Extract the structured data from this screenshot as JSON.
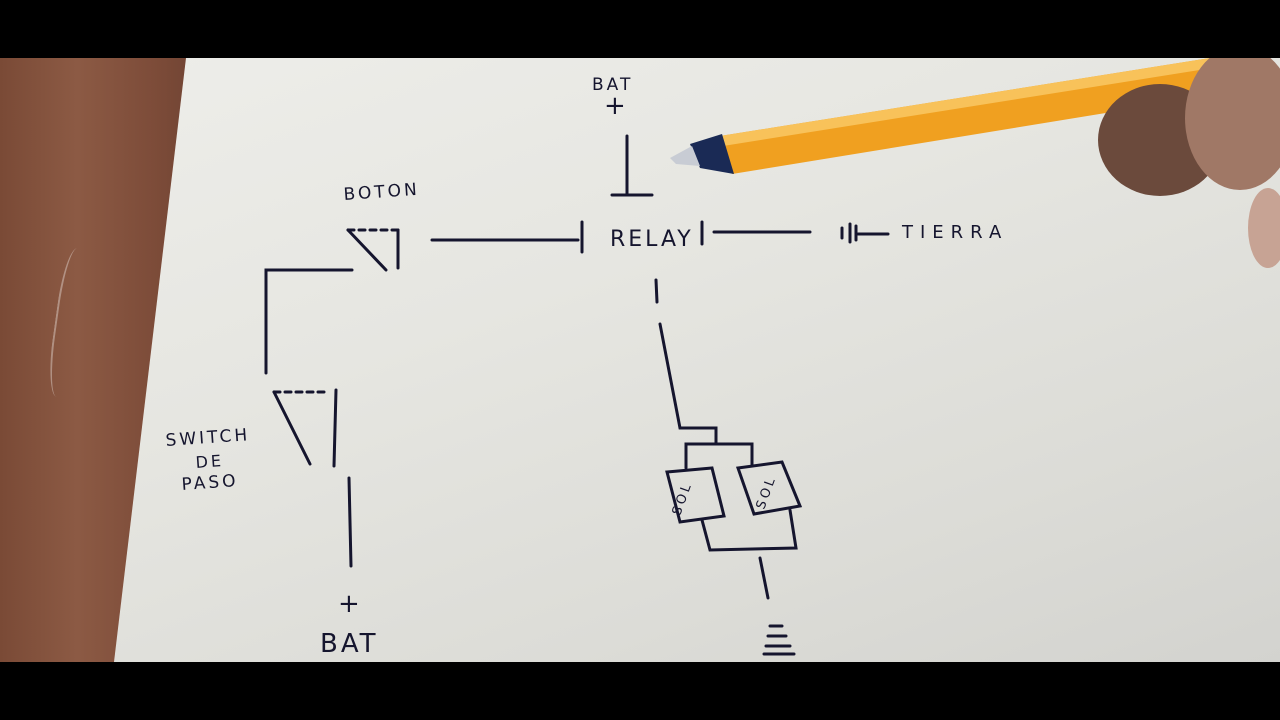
{
  "diagram": {
    "bat_top": "BAT",
    "bat_top_sign": "+",
    "boton": "BOTON",
    "relay": "RELAY",
    "tierra": "TIERRA",
    "switch_line1": "SWITCH",
    "switch_line2": "DE",
    "switch_line3": "PASO",
    "sol_left": "SOL",
    "sol_right": "SOL",
    "bat_bottom_sign": "+",
    "bat_bottom": "BAT"
  },
  "colors": {
    "ink": "#15152e",
    "paper": "#e6e6e1",
    "desk": "#7a4a36",
    "pen_body": "#f0a020",
    "pen_tip": "#1a2a55"
  }
}
